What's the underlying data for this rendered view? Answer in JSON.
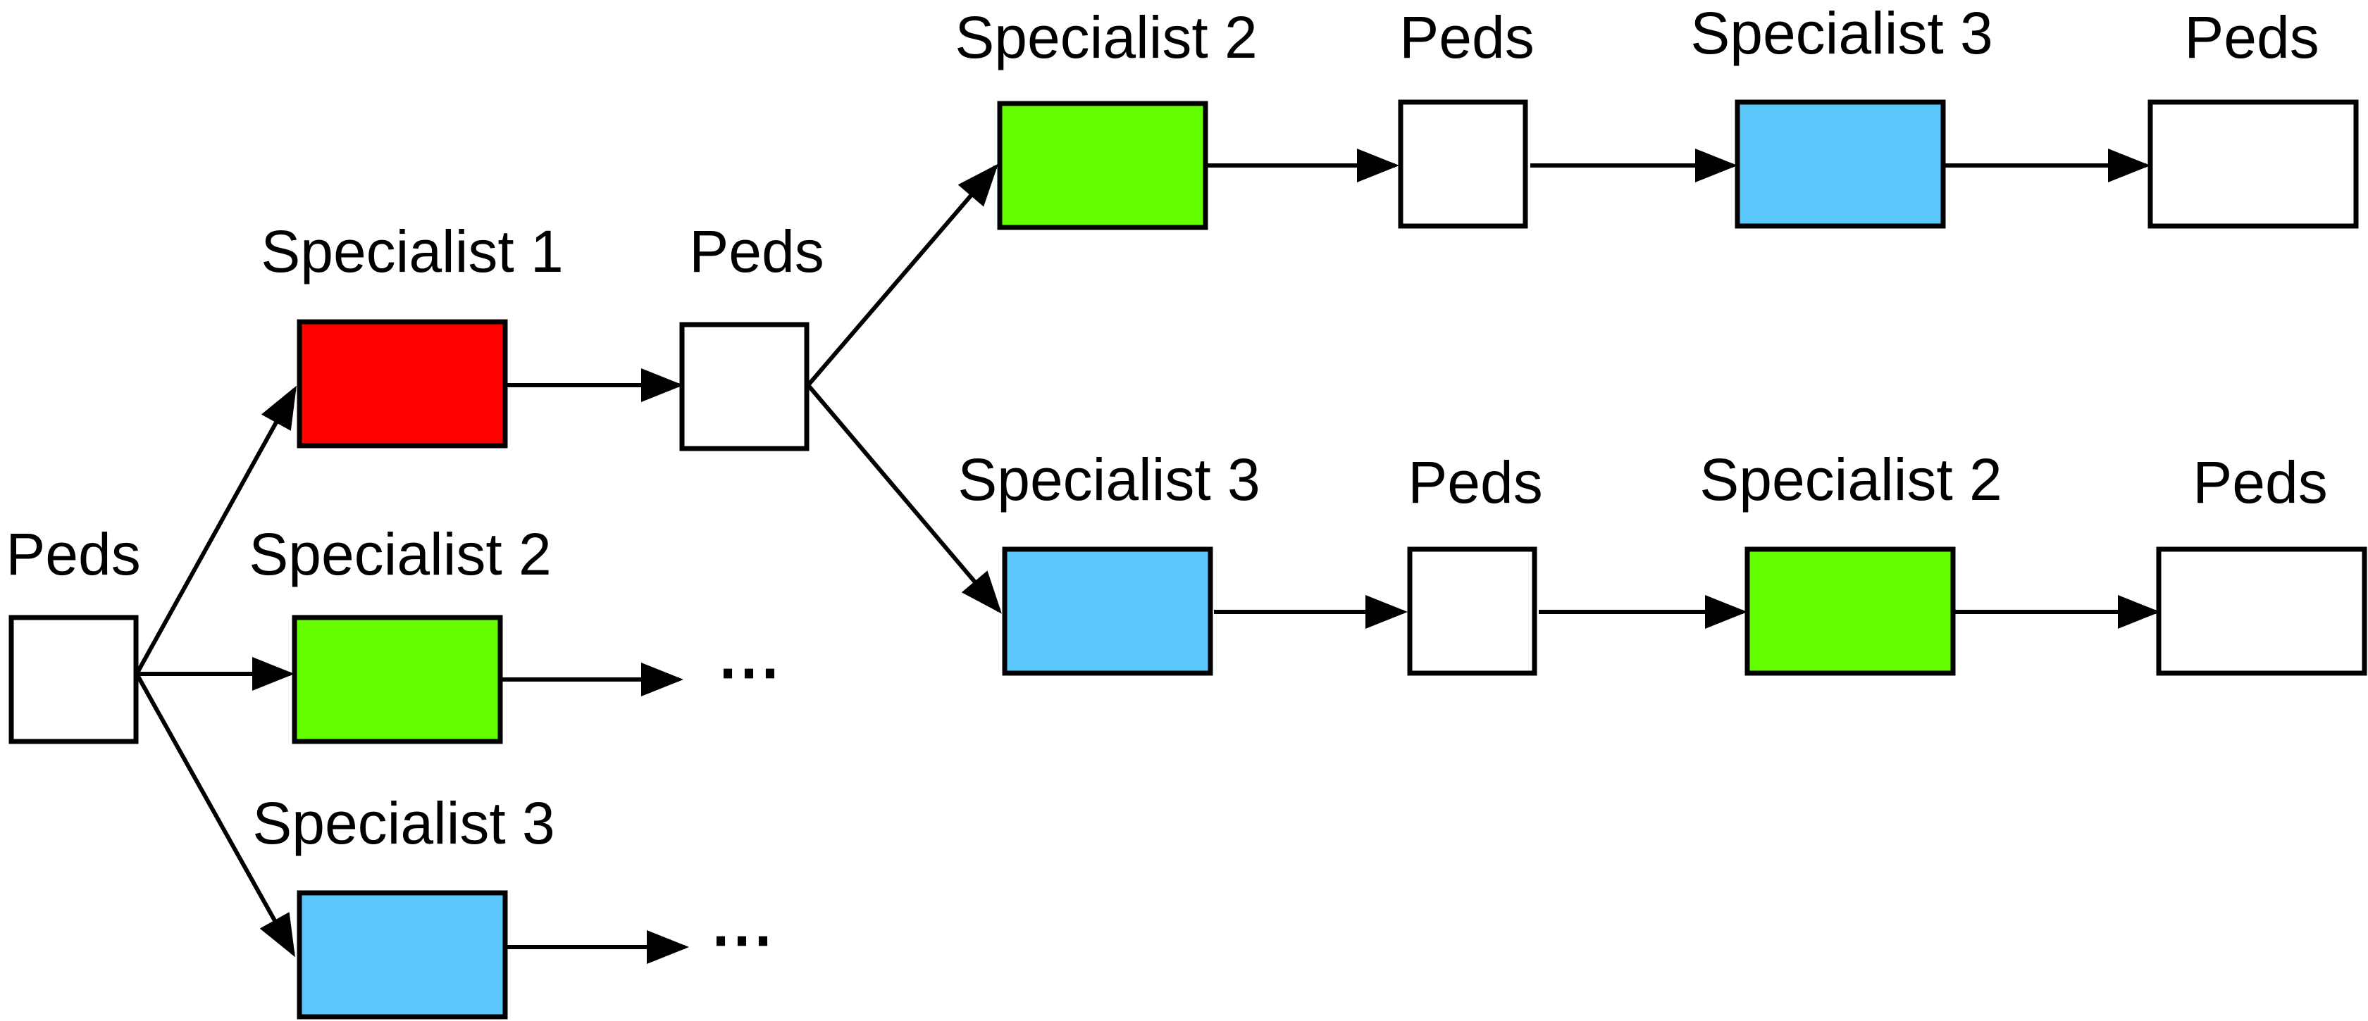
{
  "colors": {
    "peds": "#ffffff",
    "specialist_1": "#ff0000",
    "specialist_2": "#66ff00",
    "specialist_3": "#5bc8fc",
    "stroke": "#000000"
  },
  "labels": {
    "peds": "Peds",
    "specialist_1": "Specialist 1",
    "specialist_2": "Specialist 2",
    "specialist_3": "Specialist 3",
    "ellipsis": "⋯"
  },
  "nodes": [
    {
      "id": "root-peds",
      "type": "peds"
    },
    {
      "id": "spec1",
      "type": "specialist_1"
    },
    {
      "id": "spec2-a",
      "type": "specialist_2"
    },
    {
      "id": "spec3-a",
      "type": "specialist_3"
    },
    {
      "id": "peds-mid",
      "type": "peds"
    },
    {
      "id": "top-spec2",
      "type": "specialist_2"
    },
    {
      "id": "top-peds1",
      "type": "peds"
    },
    {
      "id": "top-spec3",
      "type": "specialist_3"
    },
    {
      "id": "top-peds2",
      "type": "peds"
    },
    {
      "id": "bot-spec3",
      "type": "specialist_3"
    },
    {
      "id": "bot-peds1",
      "type": "peds"
    },
    {
      "id": "bot-spec2",
      "type": "specialist_2"
    },
    {
      "id": "bot-peds2",
      "type": "peds"
    }
  ],
  "edges": [
    {
      "from": "root-peds",
      "to": "spec1"
    },
    {
      "from": "root-peds",
      "to": "spec2-a"
    },
    {
      "from": "root-peds",
      "to": "spec3-a"
    },
    {
      "from": "spec1",
      "to": "peds-mid"
    },
    {
      "from": "spec2-a",
      "to": "ellipsis-a"
    },
    {
      "from": "spec3-a",
      "to": "ellipsis-b"
    },
    {
      "from": "peds-mid",
      "to": "top-spec2"
    },
    {
      "from": "peds-mid",
      "to": "bot-spec3"
    },
    {
      "from": "top-spec2",
      "to": "top-peds1"
    },
    {
      "from": "top-peds1",
      "to": "top-spec3"
    },
    {
      "from": "top-spec3",
      "to": "top-peds2"
    },
    {
      "from": "bot-spec3",
      "to": "bot-peds1"
    },
    {
      "from": "bot-peds1",
      "to": "bot-spec2"
    },
    {
      "from": "bot-spec2",
      "to": "bot-peds2"
    }
  ]
}
